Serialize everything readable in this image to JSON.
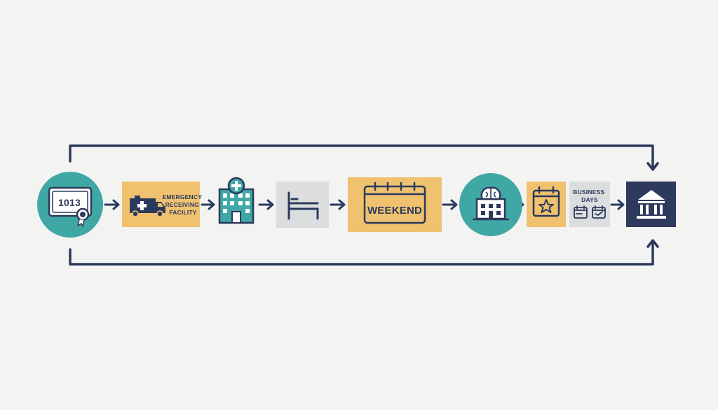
{
  "colors": {
    "navy": "#2b3a5c",
    "teal": "#3fa8a5",
    "amber": "#f0c16f",
    "gray": "#dcdddf",
    "bank": "#2e3a5d",
    "background": "#f3f3f2"
  },
  "steps": [
    {
      "id": "certificate",
      "icon": "certificate-icon",
      "text": "1013"
    },
    {
      "id": "emergency",
      "icon": "ambulance-icon",
      "text_lines": [
        "EMERGENCY",
        "RECEIVING",
        "FACILITY"
      ]
    },
    {
      "id": "hospital",
      "icon": "hospital-icon"
    },
    {
      "id": "bed",
      "icon": "bed-icon"
    },
    {
      "id": "weekend",
      "icon": "calendar-icon",
      "text": "WEEKEND"
    },
    {
      "id": "psychiatric",
      "icon": "brain-building-icon"
    },
    {
      "id": "holiday",
      "icon": "calendar-star-icon"
    },
    {
      "id": "business-days",
      "icon": "calendars-icon",
      "text_lines": [
        "BUSINESS",
        "DAYS"
      ]
    },
    {
      "id": "court",
      "icon": "courthouse-icon"
    }
  ]
}
